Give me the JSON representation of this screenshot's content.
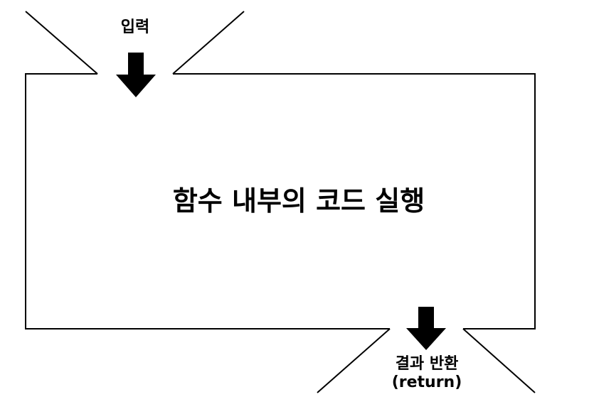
{
  "input": {
    "label": "입력"
  },
  "body": {
    "label": "함수 내부의 코드 실행"
  },
  "output": {
    "label": "결과 반환",
    "sublabel": "(return)"
  },
  "colors": {
    "stroke": "#000000",
    "background": "#ffffff"
  }
}
